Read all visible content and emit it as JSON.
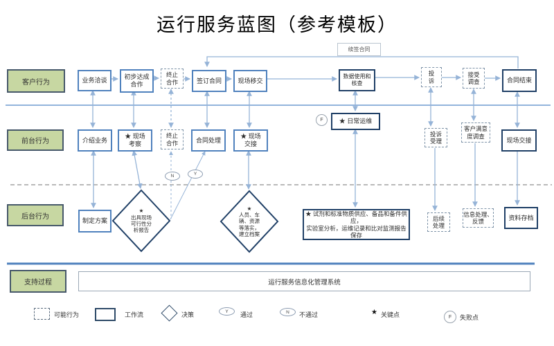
{
  "title": "运行服务蓝图（参考模板）",
  "lanes": {
    "customer": "客户行为",
    "front": "前台行为",
    "back": "后台行为",
    "support": "支持过程"
  },
  "row1": {
    "business_talk": "业务洽谈",
    "initial_coop": "初步达成\n合作",
    "terminate": "终止\n合作",
    "sign_contract": "签订合同",
    "site_handover": "现场移交",
    "renew_label": "续签合同",
    "data_check": "数据使用和\n核查",
    "complaint": "投\n诉",
    "accept_survey": "接受\n调查",
    "contract_end": "合同结束"
  },
  "row2": {
    "intro_business": "介绍业务",
    "site_survey": "★ 现场\n考察",
    "terminate": "终止\n合作",
    "contract_handle": "合同处理",
    "site_transfer": "★ 现场\n交接",
    "fail_badge": "F",
    "daily_ops": "★ 日常运维",
    "complaint_accept": "投诉\n受理",
    "satisfaction_survey": "客户满意\n度调查",
    "site_handover": "现场交接"
  },
  "row3": {
    "make_plan": "制定方案",
    "feasibility": "★\n出具现场\n可行性分\n析报告",
    "personnel": "★\n人员、车\n辆、资源\n等落实，\n建立档案",
    "supply": "★ 试剂和标准物质供应、备品和备件供应，\n实验室分析，运维记录和比对监测报告保存",
    "followup": "后续\n处理",
    "info_feedback": "信息处理、\n反馈",
    "archive": "资料存档"
  },
  "support_system": "运行服务信息化管理系统",
  "markers": {
    "yes": "Y",
    "no": "N"
  },
  "legend": {
    "possible": "可能行为",
    "workflow": "工作流",
    "decision": "决策",
    "pass": "通过",
    "pass_symbol": "Y",
    "fail": "不通过",
    "fail_symbol": "N",
    "key_point": "关键点",
    "key_symbol": "★",
    "fail_point": "失败点",
    "fail_point_symbol": "F"
  },
  "colors": {
    "lane_fill": "#c7d7a2",
    "box_border": "#4f81bd",
    "thick_border": "#1f3f66",
    "line": "#95b3d7"
  }
}
